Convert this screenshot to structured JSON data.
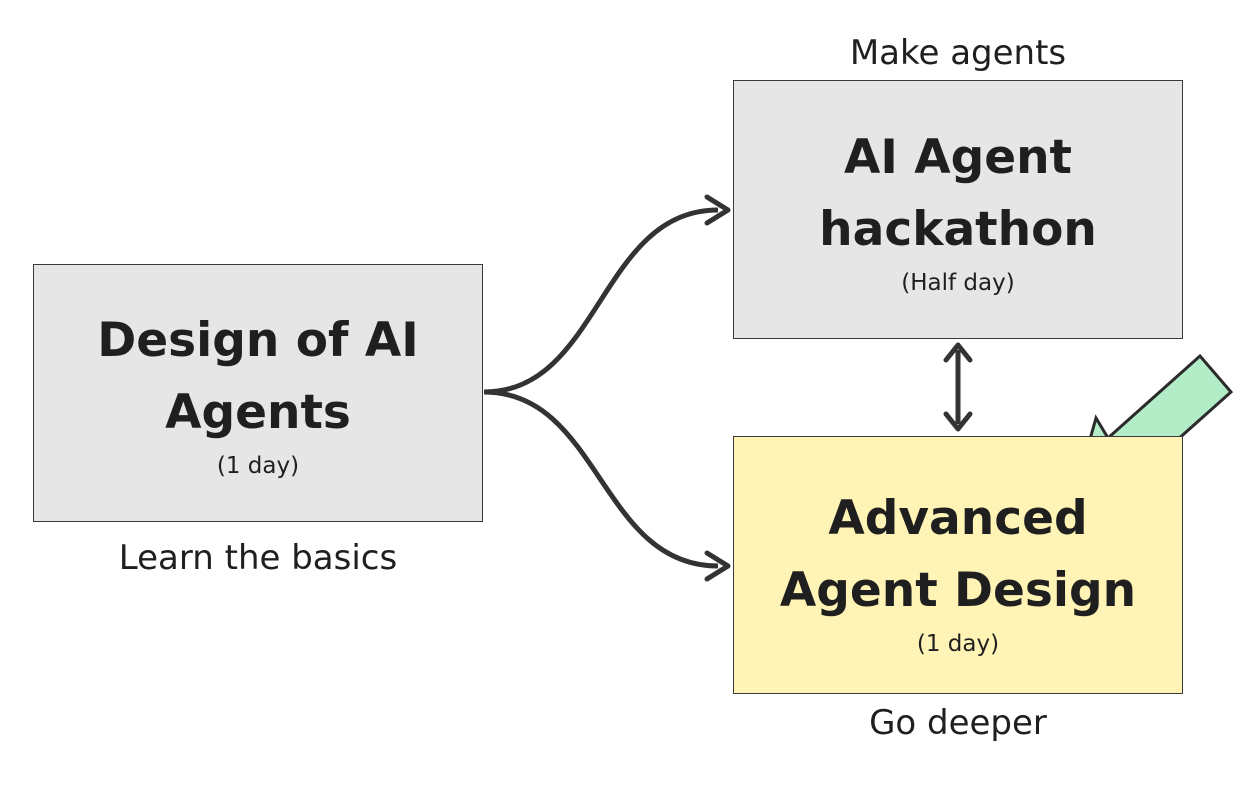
{
  "nodes": {
    "design": {
      "title_line1": "Design of AI",
      "title_line2": "Agents",
      "duration": "(1 day)",
      "caption": "Learn the basics"
    },
    "hackathon": {
      "title_line1": "AI Agent",
      "title_line2": "hackathon",
      "duration": "(Half day)",
      "caption": "Make agents"
    },
    "advanced": {
      "title_line1": "Advanced",
      "title_line2": "Agent Design",
      "duration": "(1 day)",
      "caption": "Go deeper"
    }
  },
  "colors": {
    "box_default": "#e6e6e6",
    "box_highlight": "#fff4b5",
    "highlight_arrow_fill": "#b3edc8",
    "connector": "#333333"
  }
}
